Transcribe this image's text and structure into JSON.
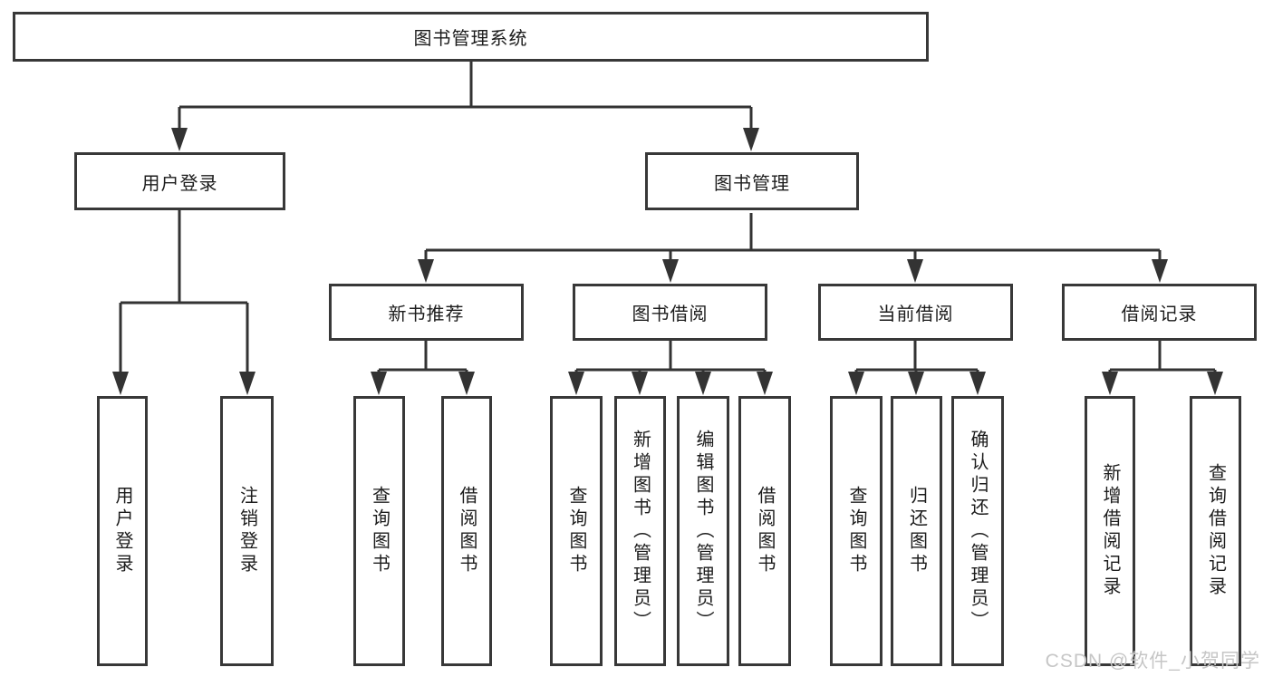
{
  "root": {
    "label": "图书管理系统"
  },
  "level2": [
    {
      "label": "用户登录"
    },
    {
      "label": "图书管理"
    }
  ],
  "level3": [
    {
      "label": "新书推荐"
    },
    {
      "label": "图书借阅"
    },
    {
      "label": "当前借阅"
    },
    {
      "label": "借阅记录"
    }
  ],
  "leaves": {
    "login": [
      "用户登录",
      "注销登录"
    ],
    "recommend": [
      "查询图书",
      "借阅图书"
    ],
    "borrow": [
      "查询图书",
      "新增图书（管理员）",
      "编辑图书（管理员）",
      "借阅图书"
    ],
    "current": [
      "查询图书",
      "归还图书",
      "确认归还（管理员）"
    ],
    "records": [
      "新增借阅记录",
      "查询借阅记录"
    ]
  },
  "watermark": "CSDN @软件_小贺同学",
  "colors": {
    "line": "#333333",
    "border": "#383838",
    "text": "#1c1c1c",
    "watermark_text": "#c6c6c6"
  }
}
